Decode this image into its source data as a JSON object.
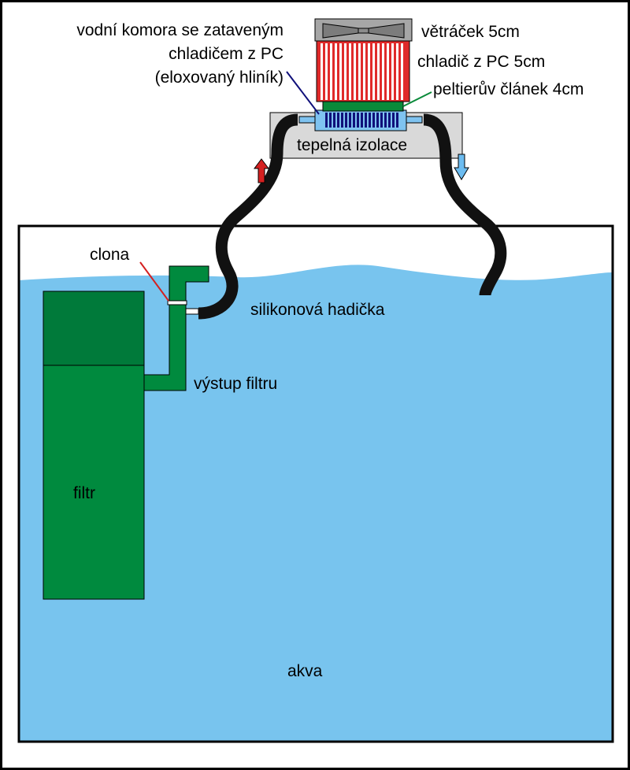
{
  "labels": {
    "water_chamber_line1": "vodní komora se zataveným",
    "water_chamber_line2": "chladičem z PC",
    "water_chamber_line3": "(eloxovaný hliník)",
    "fan": "větráček 5cm",
    "heatsink": "chladič z PC 5cm",
    "peltier": "peltierův článek 4cm",
    "insulation": "tepelná izolace",
    "orifice": "clona",
    "hose": "silikonová hadička",
    "filter_outlet": "výstup filtru",
    "filter": "filtr",
    "aquarium": "akva"
  },
  "colors": {
    "water": "#78c4ee",
    "filter_light": "#008a3e",
    "filter_dark": "#007a3a",
    "heatsink_red": "#e02a2a",
    "peltier_green": "#0a8a3a",
    "chamber_blue": "#7fc3f0",
    "fins_navy": "#10107a",
    "insulation_gray": "#d9d9d9",
    "fan_gray": "#a6a6a6",
    "hose_black": "#111111",
    "arrow_hot": "#d42020",
    "arrow_cold": "#6cbcf0"
  }
}
